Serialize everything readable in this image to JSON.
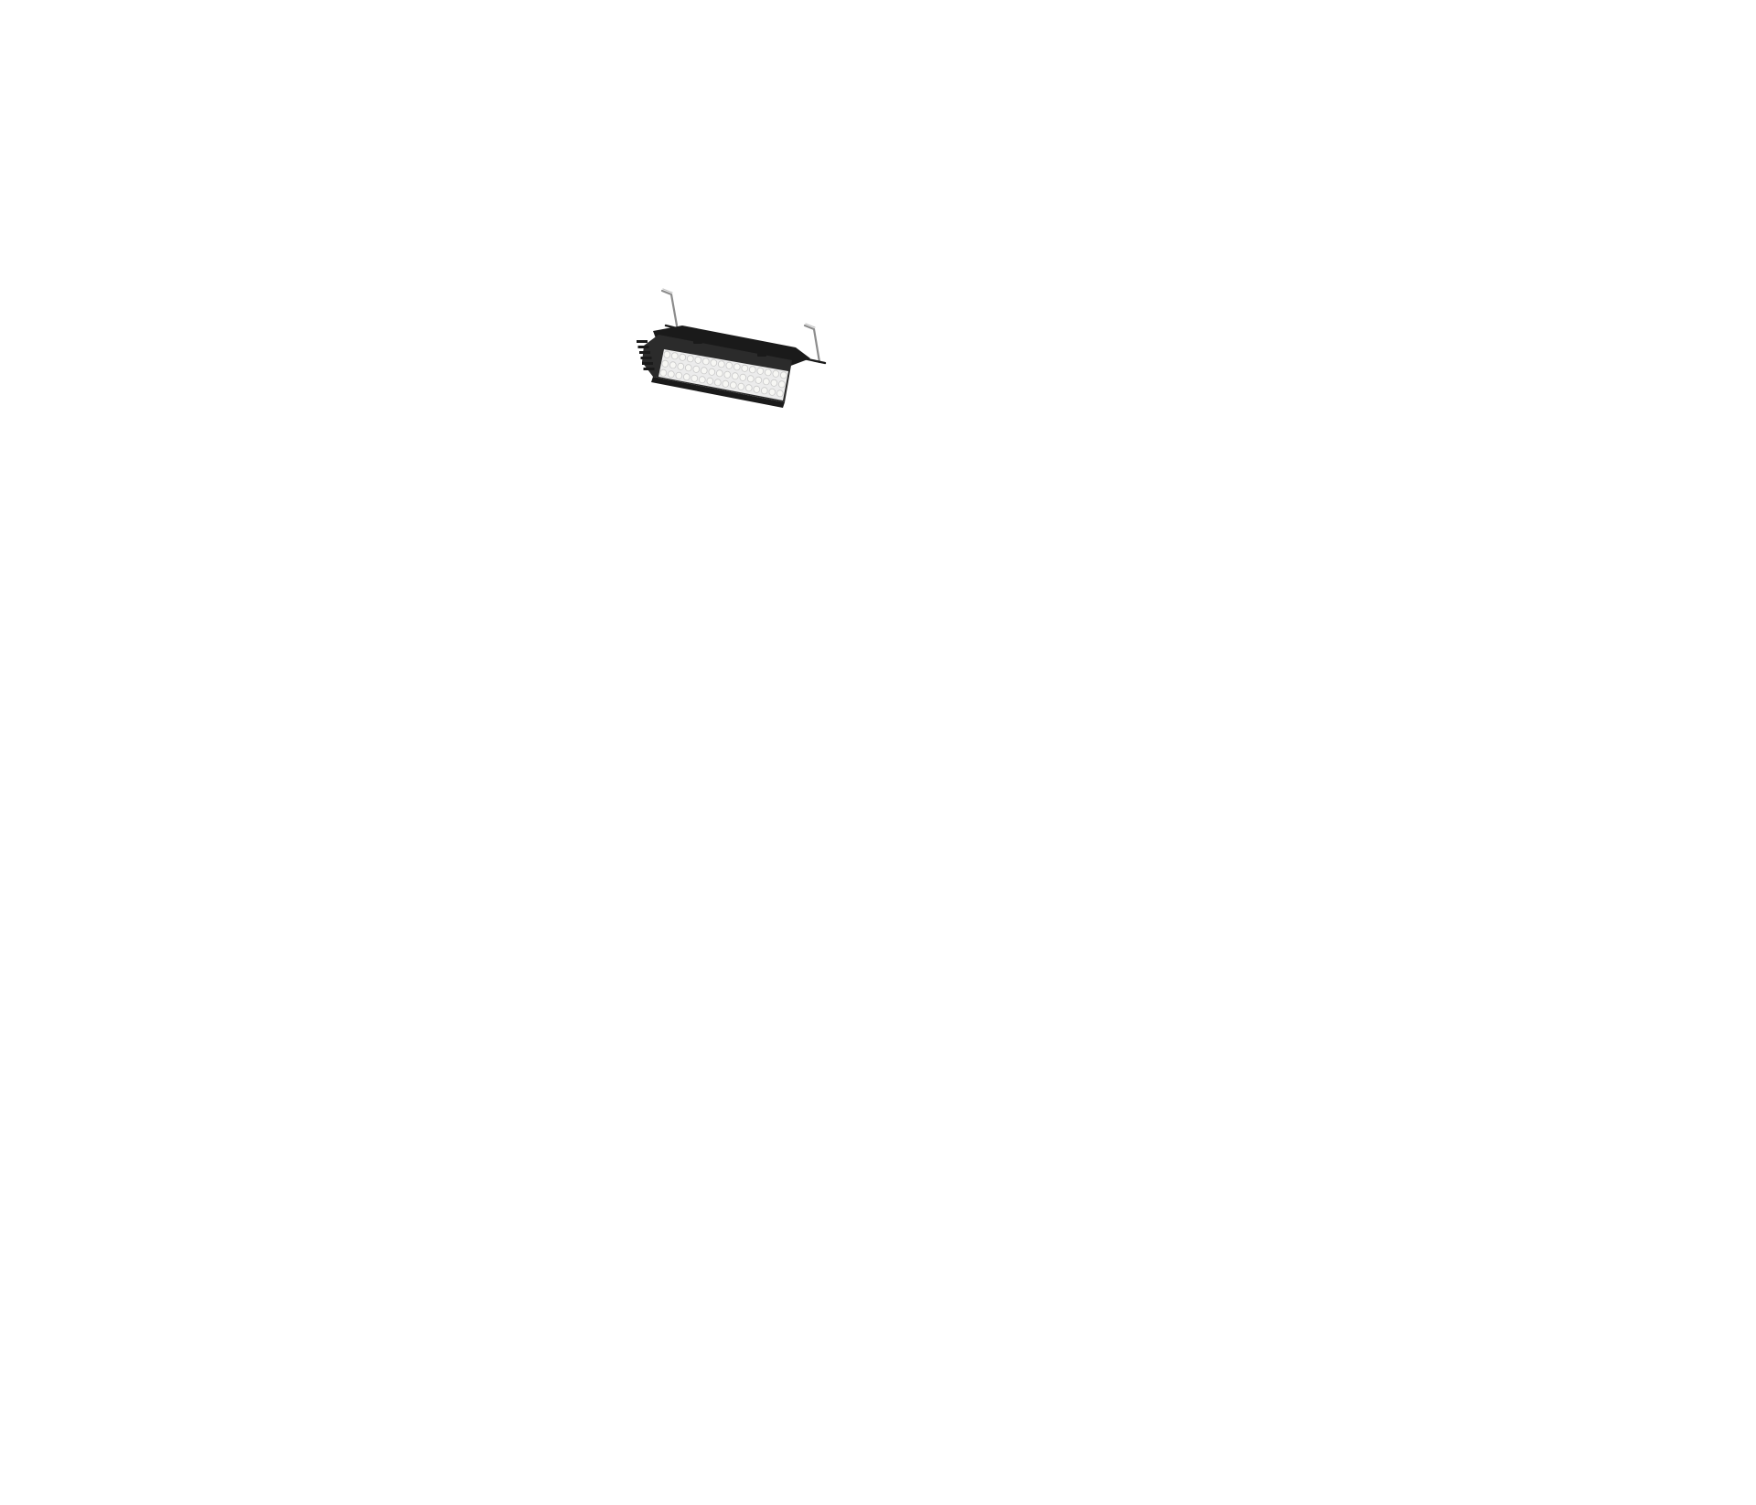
{
  "scene": {
    "background_color": "#ffffff",
    "subject": "led-linear-high-bay-fixture",
    "colors": {
      "housing": "#2b2b2b",
      "housing_dark": "#1a1a1a",
      "lens": "#ececec",
      "led_cell": "#f7f7f4",
      "led_grid": "#c9c9c9",
      "bracket": "#8c8c8c",
      "bracket_highlight": "#c4c4c4"
    },
    "led_rows": 3,
    "led_columns": 16
  }
}
